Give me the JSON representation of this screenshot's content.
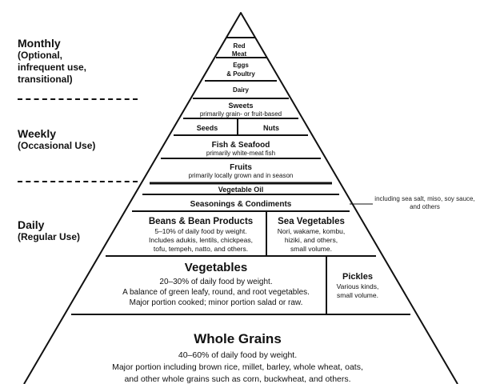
{
  "tiers": [
    {
      "heading": "Monthly",
      "lines": [
        "(Optional,",
        "infrequent use,",
        "transitional)"
      ]
    },
    {
      "heading": "Weekly",
      "lines": [
        "(Occasional Use)"
      ]
    },
    {
      "heading": "Daily",
      "lines": [
        "(Regular Use)"
      ]
    }
  ],
  "pyramid": {
    "red_meat": [
      "Red",
      "Meat"
    ],
    "eggs_poultry": [
      "Eggs",
      "& Poultry"
    ],
    "dairy": "Dairy",
    "sweets": {
      "name": "Sweets",
      "detail": "primarily grain- or fruit-based"
    },
    "seeds": "Seeds",
    "nuts": "Nuts",
    "fish_seafood": {
      "name": "Fish & Seafood",
      "detail": "primarily white-meat fish"
    },
    "fruits": {
      "name": "Fruits",
      "detail": "primarily locally grown and in season"
    },
    "vegetable_oil": "Vegetable Oil",
    "seasonings": "Seasonings & Condiments",
    "beans": {
      "name": "Beans & Bean Products",
      "details": [
        "5–10% of daily food by weight.",
        "Includes adukis, lentils, chickpeas,",
        "tofu, tempeh, natto, and others."
      ]
    },
    "sea_vegetables": {
      "name": "Sea Vegetables",
      "details": [
        "Nori, wakame, kombu,",
        "hiziki, and others,",
        "small volume."
      ]
    },
    "vegetables": {
      "name": "Vegetables",
      "details": [
        "20–30% of daily food by weight.",
        "A balance of green leafy, round, and root vegetables.",
        "Major portion cooked; minor portion salad or raw."
      ]
    },
    "pickles": {
      "name": "Pickles",
      "details": [
        "Various kinds,",
        "small volume."
      ]
    },
    "whole_grains": {
      "name": "Whole Grains",
      "details": [
        "40–60% of daily food by weight.",
        "Major portion including brown rice, millet, barley, whole wheat, oats,",
        "and other whole grains such as corn, buckwheat, and others."
      ]
    }
  },
  "side_note": "including sea salt, miso, soy sauce, and others"
}
